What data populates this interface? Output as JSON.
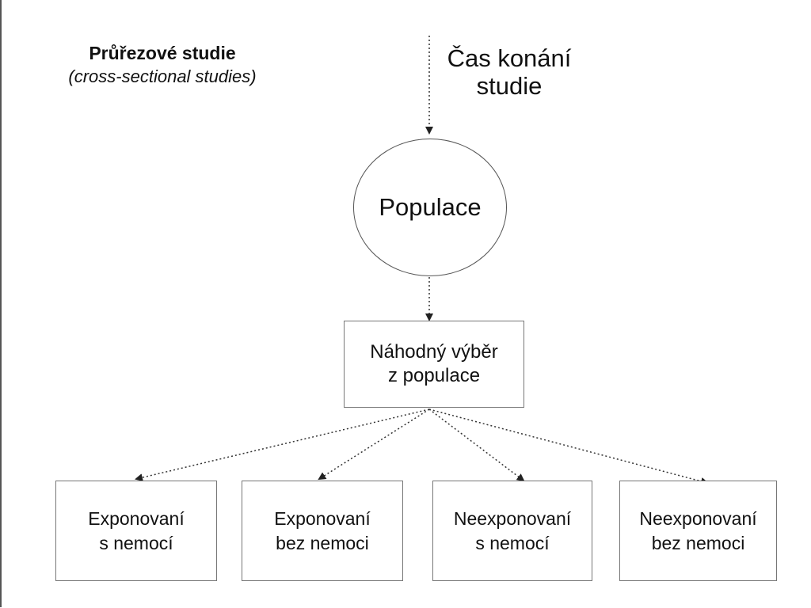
{
  "header": {
    "title": "Průřezové studie",
    "subtitle": "(cross-sectional studies)"
  },
  "time_label": "Čas konání\nstudie",
  "population": {
    "label": "Populace"
  },
  "sample": {
    "label": "Náhodný výběr\nz populace"
  },
  "groups": [
    {
      "label": "Exponovaní\ns nemocí"
    },
    {
      "label": "Exponovaní\nbez nemoci"
    },
    {
      "label": "Neexponovaní\ns nemocí"
    },
    {
      "label": "Neexponovaní\nbez nemoci"
    }
  ]
}
